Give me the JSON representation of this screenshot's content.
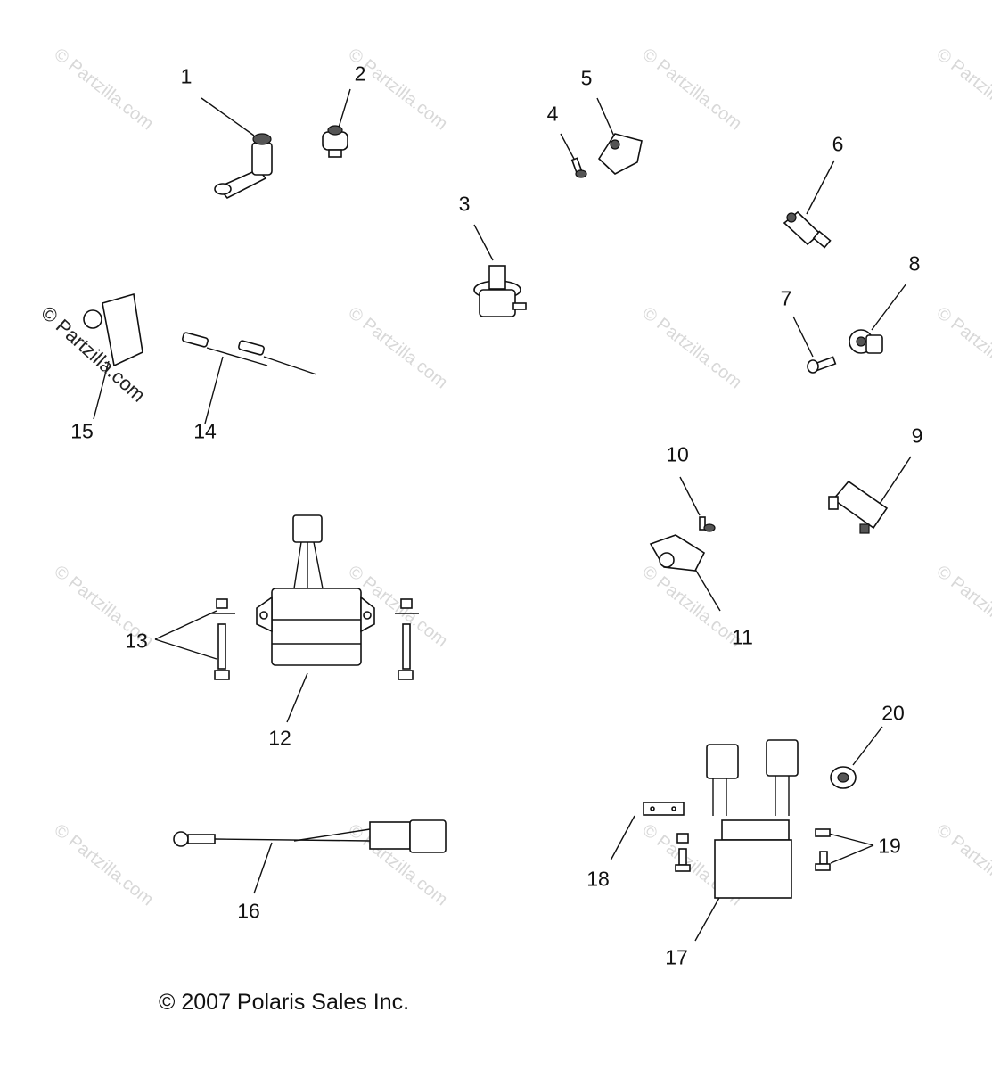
{
  "watermark": "© Partzilla.com",
  "stamp": "© Partzilla.com",
  "copyright": "© 2007 Polaris Sales Inc.",
  "callouts": {
    "c1": "1",
    "c2": "2",
    "c3": "3",
    "c4": "4",
    "c5": "5",
    "c6": "6",
    "c7": "7",
    "c8": "8",
    "c9": "9",
    "c10": "10",
    "c11": "11",
    "c12": "12",
    "c13": "13",
    "c14": "14",
    "c15": "15",
    "c16": "16",
    "c17": "17",
    "c18": "18",
    "c19": "19",
    "c20": "20"
  }
}
